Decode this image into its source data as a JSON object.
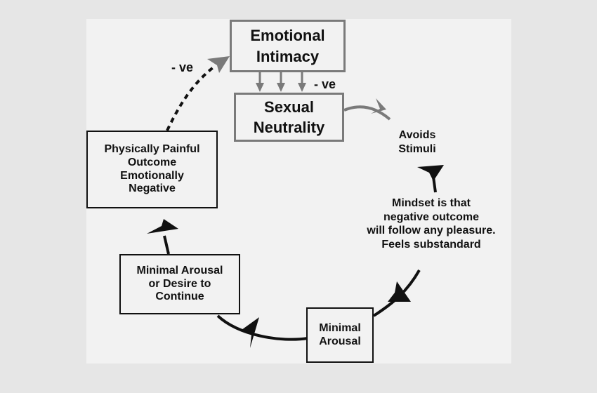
{
  "diagram": {
    "nodes": {
      "emotional_intimacy": [
        "Emotional",
        "Intimacy"
      ],
      "sexual_neutrality": [
        "Sexual",
        "Neutrality"
      ],
      "avoids_stimuli": [
        "Avoids",
        "Stimuli"
      ],
      "mindset": [
        "Mindset is that",
        "negative outcome",
        "will follow any pleasure.",
        "Feels substandard"
      ],
      "minimal_arousal": [
        "Minimal",
        "Arousal"
      ],
      "minimal_arousal_desire": [
        "Minimal Arousal",
        "or Desire to",
        "Continue"
      ],
      "painful_outcome": [
        "Physically Painful",
        "Outcome",
        "Emotionally",
        "Negative"
      ]
    },
    "edge_labels": {
      "feedback_dashed": "- ve",
      "intimacy_to_neutrality": "- ve"
    },
    "colors": {
      "background": "#e6e6e6",
      "panel": "#f2f2f2",
      "gray_border": "#7a7a7a",
      "black": "#111111"
    }
  }
}
